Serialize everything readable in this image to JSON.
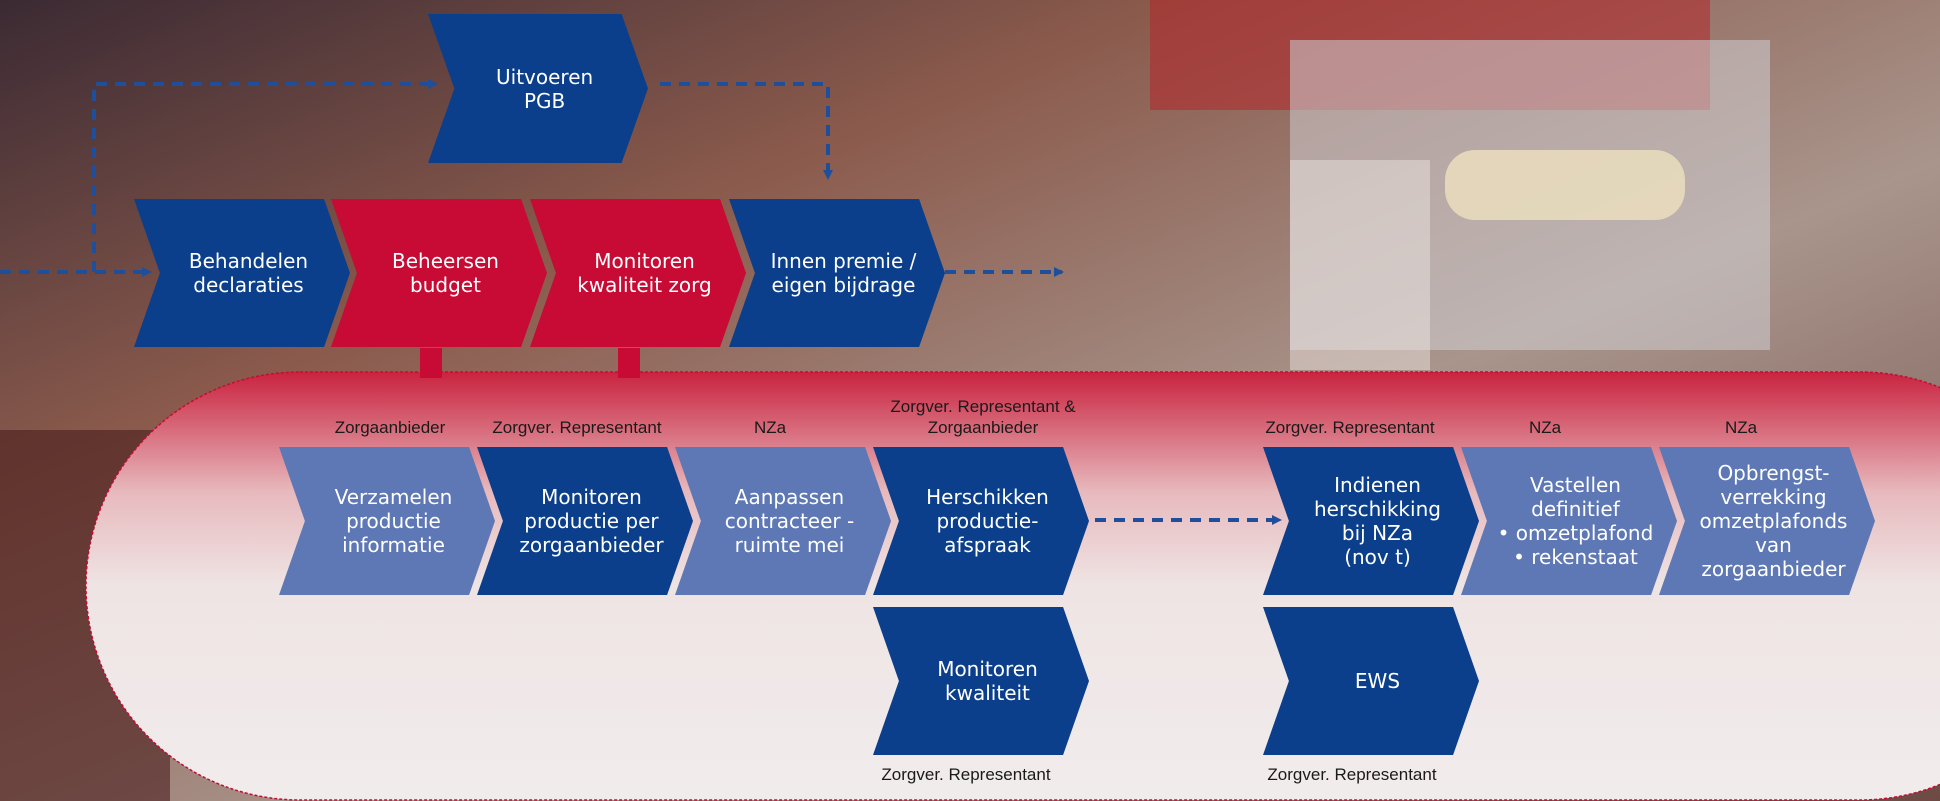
{
  "colors": {
    "dark_blue": "#0b3f8c",
    "red": "#c70b34",
    "light_blue": "#5e77b5"
  },
  "top_row": {
    "pgb": "Uitvoeren\nPGB",
    "declaraties": "Behandelen\ndeclaraties",
    "budget": "Beheersen\nbudget",
    "kwaliteit_zorg": "Monitoren\nkwaliteit zorg",
    "premie": "Innen premie /\neigen bijdrage"
  },
  "detail_row": {
    "verzamelen": "Verzamelen\nproductie\ninformatie",
    "monitoren_productie": "Monitoren\nproductie per\nzorgaanbieder",
    "aanpassen": "Aanpassen\ncontracteer -\nruimte mei",
    "herschikken": "Herschikken\nproductie-\nafspraak",
    "indienen": "Indienen\nherschikking\nbij NZa\n(nov t)",
    "vastellen": "Vastellen\ndefinitief\n• omzetplafond\n• rekenstaat",
    "opbrengst": "Opbrengst-\nverrekking\nomzetplafonds\nvan\nzorgaanbieder",
    "monitoren_kwaliteit": "Monitoren\nkwaliteit",
    "ews": "EWS"
  },
  "roles": {
    "verzamelen": "Zorgaanbieder",
    "monitoren_productie": "Zorgver. Representant",
    "aanpassen": "NZa",
    "herschikken": "Zorgver. Representant &\nZorgaanbieder",
    "indienen": "Zorgver. Representant",
    "vastellen": "NZa",
    "opbrengst": "NZa",
    "monitoren_kwaliteit": "Zorgver. Representant",
    "ews": "Zorgver. Representant"
  }
}
